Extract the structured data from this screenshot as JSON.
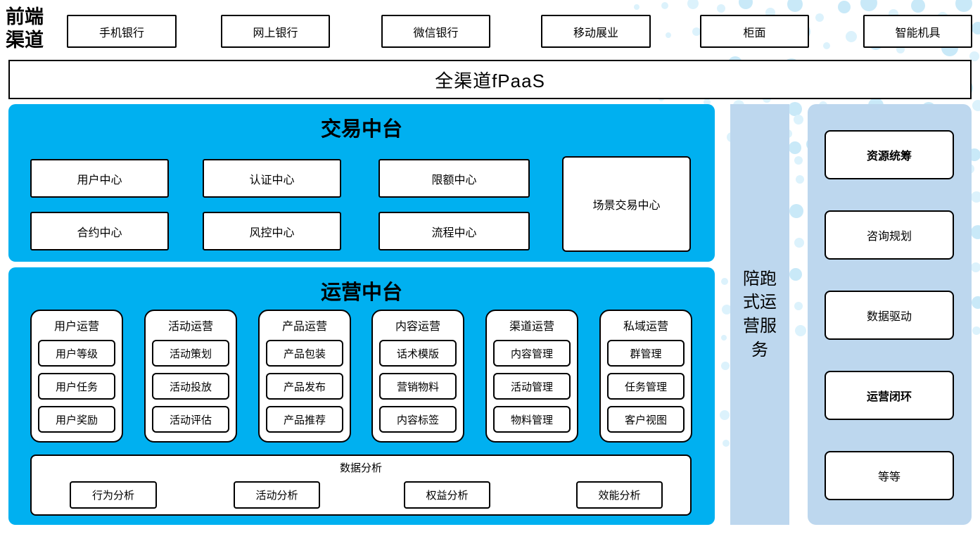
{
  "colors": {
    "accent_blue": "#00B0F0",
    "panel_light_blue": "#BDD7EE",
    "dot_blue_light": "#DCF2FC",
    "dot_blue_medium": "#C9E9F8",
    "border": "#000000"
  },
  "front_channel": {
    "label": "前端渠道",
    "items": [
      "手机银行",
      "网上银行",
      "微信银行",
      "移动展业",
      "柜面",
      "智能机具"
    ]
  },
  "fpaas_bar": {
    "label": "全渠道fPaaS"
  },
  "trade_platform": {
    "title": "交易中台",
    "centers": [
      "用户中心",
      "认证中心",
      "限额中心",
      "合约中心",
      "风控中心",
      "流程中心"
    ],
    "scene_center": "场景交易中心"
  },
  "operation_platform": {
    "title": "运营中台",
    "groups": [
      {
        "title": "用户运营",
        "items": [
          "用户等级",
          "用户任务",
          "用户奖励"
        ]
      },
      {
        "title": "活动运营",
        "items": [
          "活动策划",
          "活动投放",
          "活动评估"
        ]
      },
      {
        "title": "产品运营",
        "items": [
          "产品包装",
          "产品发布",
          "产品推荐"
        ]
      },
      {
        "title": "内容运营",
        "items": [
          "话术模版",
          "营销物料",
          "内容标签"
        ]
      },
      {
        "title": "渠道运营",
        "items": [
          "内容管理",
          "活动管理",
          "物料管理"
        ]
      },
      {
        "title": "私域运营",
        "items": [
          "群管理",
          "任务管理",
          "客户视图"
        ]
      }
    ],
    "analysis": {
      "title": "数据分析",
      "items": [
        "行为分析",
        "活动分析",
        "权益分析",
        "效能分析"
      ]
    }
  },
  "side_bar": {
    "label": "陪跑式运营服务"
  },
  "right_panel": {
    "items": [
      {
        "label": "资源统筹",
        "bold": true
      },
      {
        "label": "咨询规划",
        "bold": false
      },
      {
        "label": "数据驱动",
        "bold": false
      },
      {
        "label": "运营闭环",
        "bold": true
      },
      {
        "label": "等等",
        "bold": false
      }
    ]
  }
}
